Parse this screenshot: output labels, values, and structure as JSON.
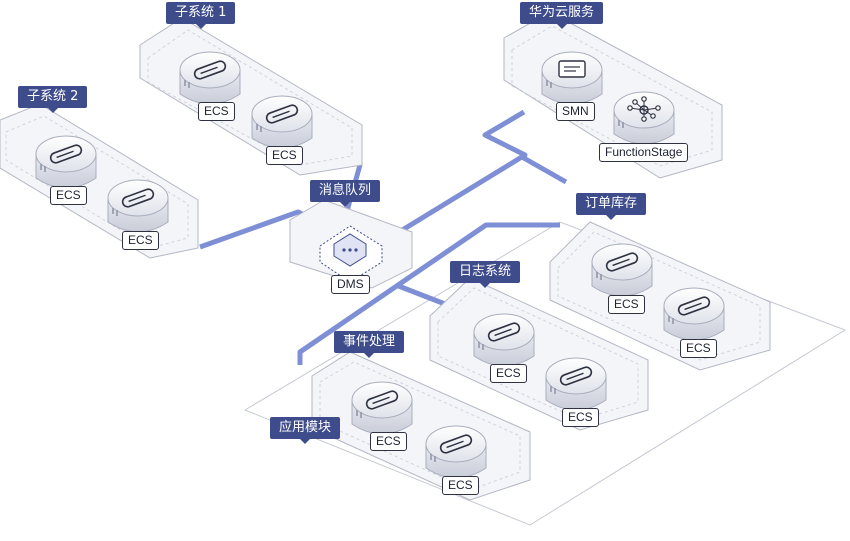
{
  "groups": {
    "subsystem1": "子系统 1",
    "subsystem2": "子系统 2",
    "huawei_cloud_services": "华为云服务",
    "message_queue": "消息队列",
    "order_inventory": "订单库存",
    "log_system": "日志系统",
    "event_processing": "事件处理",
    "application_module": "应用模块"
  },
  "nodes": {
    "ecs": "ECS",
    "smn": "SMN",
    "functionstage": "FunctionStage",
    "dms": "DMS"
  },
  "colors": {
    "tag_bg": "#3e4c8c",
    "connector": "#7f8fd6",
    "platform_fill": "#f4f5f8",
    "platform_stroke": "#b3b7c4"
  }
}
